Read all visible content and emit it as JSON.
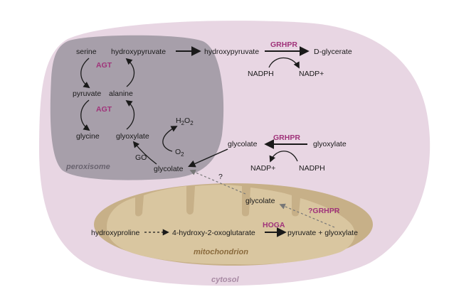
{
  "colors": {
    "cytosol": "#e8d6e3",
    "peroxisome": "#a79faa",
    "mitochondrion_outer": "#c7b088",
    "mitochondrion_inner": "#d9c6a0",
    "enzyme": "#a0337a",
    "text": "#1a1a1a",
    "dashed": "#777777"
  },
  "compartments": {
    "cytosol": "cytosol",
    "peroxisome": "peroxisome",
    "mitochondrion": "mitochondrion"
  },
  "peroxisome": {
    "serine": "serine",
    "hydroxypyruvate": "hydroxypyruvate",
    "agt_top": "AGT",
    "pyruvate": "pyruvate",
    "alanine": "alanine",
    "agt_bottom": "AGT",
    "glycine": "glycine",
    "glyoxylate": "glyoxylate",
    "h2o2_main": "H",
    "h2o2_sub": "2",
    "h2o2_main2": "O",
    "h2o2_sub2": "2",
    "o2_main": "O",
    "o2_sub": "2",
    "go": "GO",
    "glycolate": "glycolate"
  },
  "cytosol_top": {
    "hydroxypyruvate": "hydroxypyruvate",
    "grhpr": "GRHPR",
    "d_glycerate": "D-glycerate",
    "nadph": "NADPH",
    "nadp": "NADP+"
  },
  "cytosol_mid": {
    "glycolate": "glycolate",
    "grhpr": "GRHPR",
    "glyoxylate": "glyoxylate",
    "nadp": "NADP+",
    "nadph": "NADPH",
    "question": "?"
  },
  "mito": {
    "glycolate": "glycolate",
    "q_grhpr": "?GRHPR",
    "hydroxyproline": "hydroxyproline",
    "hog": "4-hydroxy-2-oxoglutarate",
    "hoga": "HOGA",
    "products": "pyruvate + glyoxylate"
  }
}
